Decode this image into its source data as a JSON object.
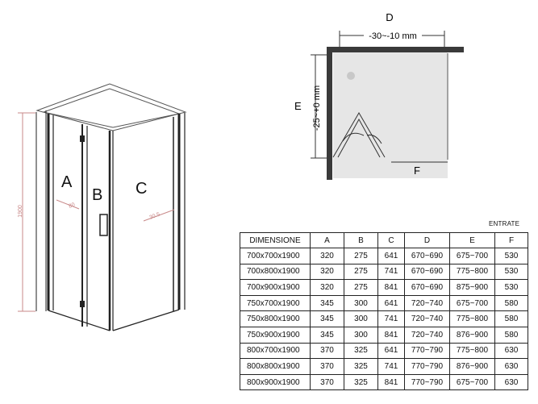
{
  "drawing": {
    "panel_a": "A",
    "panel_b": "B",
    "panel_c": "C",
    "height_dim": "1900",
    "depth_dim_a": "80",
    "depth_dim_c": "30.5"
  },
  "plan": {
    "label_d": "D",
    "label_e": "E",
    "label_f": "F",
    "d_dim": "-30~-10 mm",
    "e_dim": "-25~+0 mm"
  },
  "table": {
    "entrate_label": "ENTRATE",
    "headers": [
      "DIMENSIONE",
      "A",
      "B",
      "C",
      "D",
      "E",
      "F"
    ],
    "rows": [
      [
        "700x700x1900",
        "320",
        "275",
        "641",
        "670~690",
        "675~700",
        "530"
      ],
      [
        "700x800x1900",
        "320",
        "275",
        "741",
        "670~690",
        "775~800",
        "530"
      ],
      [
        "700x900x1900",
        "320",
        "275",
        "841",
        "670~690",
        "875~900",
        "530"
      ],
      [
        "750x700x1900",
        "345",
        "300",
        "641",
        "720~740",
        "675~700",
        "580"
      ],
      [
        "750x800x1900",
        "345",
        "300",
        "741",
        "720~740",
        "775~800",
        "580"
      ],
      [
        "750x900x1900",
        "345",
        "300",
        "841",
        "720~740",
        "876~900",
        "580"
      ],
      [
        "800x700x1900",
        "370",
        "325",
        "641",
        "770~790",
        "775~800",
        "630"
      ],
      [
        "800x800x1900",
        "370",
        "325",
        "741",
        "770~790",
        "876~900",
        "630"
      ],
      [
        "800x900x1900",
        "370",
        "325",
        "841",
        "770~790",
        "675~700",
        "630"
      ]
    ]
  }
}
